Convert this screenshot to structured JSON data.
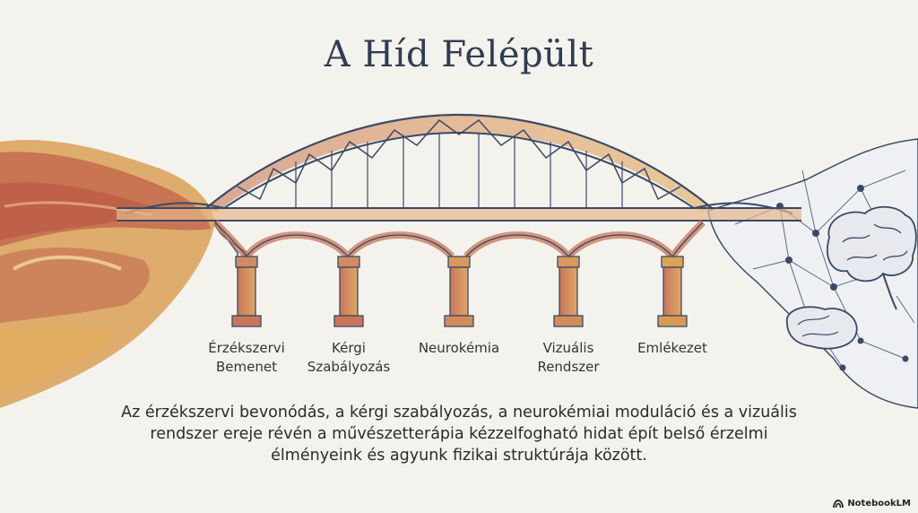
{
  "title": "A Híd Felépült",
  "pillars": [
    {
      "label": "Érzékszervi\nBemenet"
    },
    {
      "label": "Kérgi\nSzabályozás"
    },
    {
      "label": "Neurokémia"
    },
    {
      "label": "Vizuális\nRendszer"
    },
    {
      "label": "Emlékezet"
    }
  ],
  "caption": "Az érzékszervi bevonódás, a kérgi szabályozás, a neurokémiai moduláció és a vizuális rendszer ereje révén a művészetterápia kézzelfogható hidat épít belső érzelmi élményeink és agyunk fizikai struktúrája között.",
  "branding": {
    "label": "NotebookLM"
  },
  "colors": {
    "navy": "#3a4a66",
    "terracotta": "#c7714f",
    "ochre": "#d9a050",
    "background": "#f4f2ec"
  },
  "icons": [
    "watercolor-swirl",
    "bridge",
    "brain-icon",
    "neuron-network",
    "notebooklm-icon"
  ]
}
